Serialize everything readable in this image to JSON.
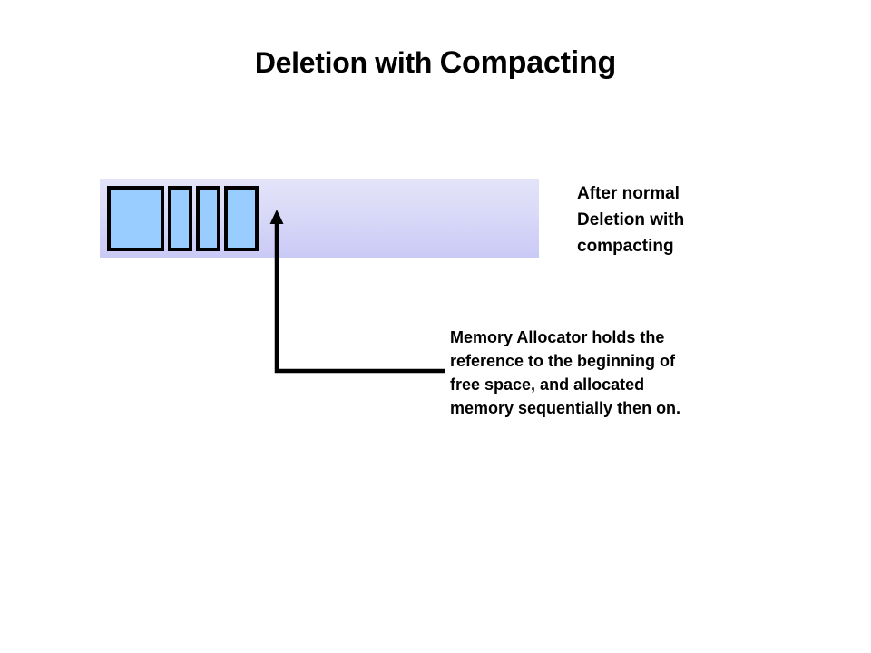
{
  "slide": {
    "background_color": "#ffffff",
    "title": {
      "text_normal": "Deletion with ",
      "text_strong": "Compacting",
      "full_text": "Deletion with Compacting",
      "color": "#000000"
    },
    "memory_bar": {
      "name": "memory-region",
      "fill_gradient_top": "#e3e3f9",
      "fill_gradient_bottom": "#c9c9f6",
      "free_space_label": "",
      "blocks": [
        {
          "id": "block-1",
          "label": "",
          "fill_color": "#99ccff",
          "border_color": "#000000"
        },
        {
          "id": "block-2",
          "label": "",
          "fill_color": "#99ccff",
          "border_color": "#000000"
        },
        {
          "id": "block-3",
          "label": "",
          "fill_color": "#99ccff",
          "border_color": "#000000"
        },
        {
          "id": "block-4",
          "label": "",
          "fill_color": "#99ccff",
          "border_color": "#000000"
        }
      ]
    },
    "after_label": {
      "line1": "After normal",
      "line2": "Deletion with",
      "line3": "compacting"
    },
    "allocator_note": {
      "line1": "Memory Allocator holds the",
      "line2": "reference to the beginning of",
      "line3": "free space, and allocated",
      "line4": "memory sequentially then on."
    },
    "connector": {
      "name": "free-space-pointer-arrow",
      "color": "#000000",
      "arrow_tip_label": ""
    }
  }
}
